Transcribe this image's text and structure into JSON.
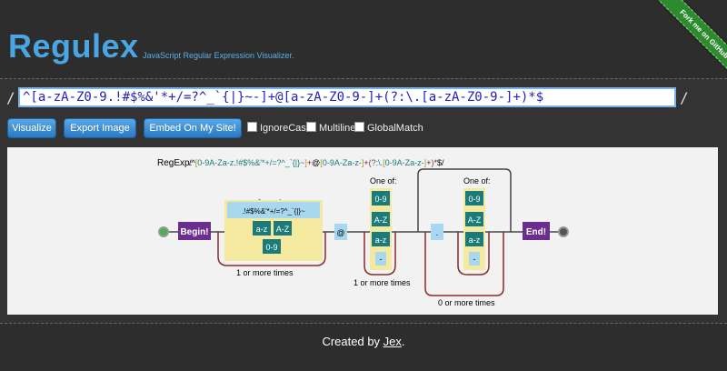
{
  "header": {
    "title": "Regulex",
    "tagline": "JavaScript Regular Expression Visualizer.",
    "ribbon": "Fork me on GitHub"
  },
  "input": {
    "open_slash": "/",
    "close_slash": "/",
    "value": "^[a-zA-Z0-9.!#$%&'*+/=?^_`{|}~-]+@[a-zA-Z0-9-]+(?:\\.[a-zA-Z0-9-]+)*$"
  },
  "toolbar": {
    "visualize": "Visualize",
    "export": "Export Image",
    "embed": "Embed On My Site!",
    "ignorecase": "IgnoreCase",
    "multiline": "Multiline",
    "globalmatch": "GlobalMatch"
  },
  "diagram": {
    "regexp_label": "RegExp:",
    "regexp_slash_open": "/",
    "regexp_slash_close": "/",
    "regexp_tokens": [
      {
        "t": "^",
        "c": "#000"
      },
      {
        "t": "[",
        "c": "#a0a020"
      },
      {
        "t": "0-9A-Za-z.!#$%&'*+/=?^_`{|}~",
        "c": "#1a7a7a"
      },
      {
        "t": "]",
        "c": "#a0a020"
      },
      {
        "t": "+",
        "c": "#7a2020"
      },
      {
        "t": "@",
        "c": "#000"
      },
      {
        "t": "[",
        "c": "#a0a020"
      },
      {
        "t": "0-9A-Za-z-",
        "c": "#1a7a7a"
      },
      {
        "t": "]",
        "c": "#a0a020"
      },
      {
        "t": "+",
        "c": "#7a2020"
      },
      {
        "t": "(?:",
        "c": "#555"
      },
      {
        "t": "\\.",
        "c": "#1a7a7a"
      },
      {
        "t": "[",
        "c": "#a0a020"
      },
      {
        "t": "0-9A-Za-z-",
        "c": "#1a7a7a"
      },
      {
        "t": "]",
        "c": "#a0a020"
      },
      {
        "t": "+",
        "c": "#7a2020"
      },
      {
        "t": ")",
        "c": "#555"
      },
      {
        "t": "*",
        "c": "#7a2020"
      },
      {
        "t": "$",
        "c": "#000"
      }
    ],
    "begin": "Begin!",
    "end": "End!",
    "one_of": "One of:",
    "class1_chars": ".!#$%&'*+/=?^_`{|}~",
    "az": "a-z",
    "AZ": "A-Z",
    "d09": "0-9",
    "dash": "-",
    "at": "@",
    "dot": ".",
    "one_or_more": "1 or more times",
    "zero_or_more": "0 or more times"
  },
  "footer": {
    "prefix": "Created by ",
    "author": "Jex",
    "suffix": "."
  },
  "colors": {
    "accent": "#49a6e2",
    "purple": "#6b2d8f",
    "teal": "#1b7a7a",
    "charclass": "#f5e9a0",
    "literal": "#a8d8f0",
    "repeat": "#8a2a2a"
  }
}
